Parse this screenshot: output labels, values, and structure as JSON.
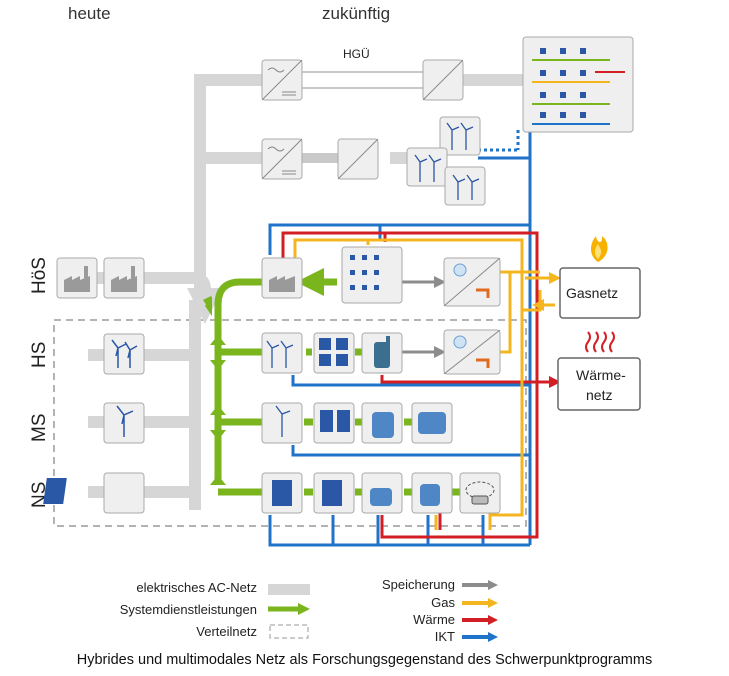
{
  "headers": {
    "today": "heute",
    "future": "zukünftig"
  },
  "hvdc_label": "HGÜ",
  "voltage_levels": [
    "HöS",
    "HS",
    "MS",
    "NS"
  ],
  "nodes": {
    "gas_grid": "Gasnetz",
    "heat_grid_line1": "Wärme-",
    "heat_grid_line2": "netz"
  },
  "legend_left": [
    {
      "label": "elektrisches AC-Netz"
    },
    {
      "label": "Systemdienstleistungen"
    },
    {
      "label": "Verteilnetz"
    }
  ],
  "legend_right": [
    {
      "label": "Speicherung",
      "color": "#8c8c8c"
    },
    {
      "label": "Gas",
      "color": "#f5b51e"
    },
    {
      "label": "Wärme",
      "color": "#d21f26"
    },
    {
      "label": "IKT",
      "color": "#1f73c8"
    }
  ],
  "colors": {
    "ac_grid": "#d6d6d6",
    "services": "#7ab51d",
    "storage": "#8c8c8c",
    "gas": "#f5b51e",
    "heat": "#d21f26",
    "ict": "#1f73c8",
    "solar": "#2a57a6",
    "tank": "#4f86c6"
  },
  "caption": "Hybrides und multimodales Netz als Forschungsgegenstand des Schwerpunktprogramms"
}
